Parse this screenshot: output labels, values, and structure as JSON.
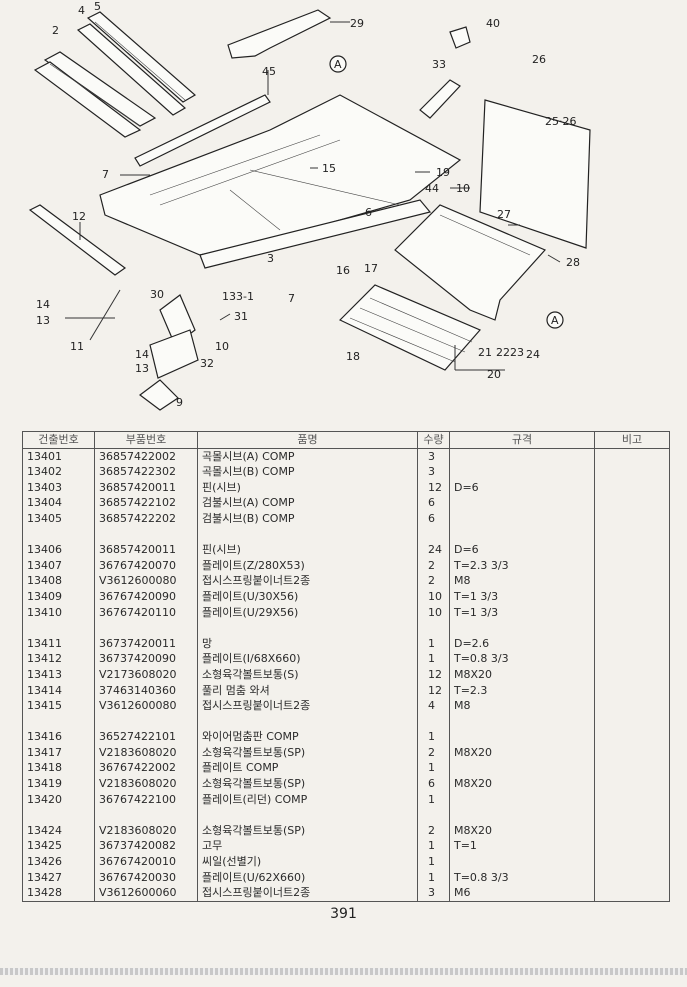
{
  "diagram": {
    "callouts": [
      "4",
      "5",
      "29",
      "40",
      "2",
      "A",
      "33",
      "26",
      "45",
      "25·26",
      "7",
      "15",
      "19",
      "44",
      "10",
      "6",
      "27",
      "12",
      "3",
      "16",
      "17",
      "28",
      "14",
      "13",
      "133-1",
      "7",
      "30",
      "31",
      "A",
      "11",
      "10",
      "21",
      "2223",
      "24",
      "14",
      "13",
      "32",
      "20",
      "18",
      "9"
    ]
  },
  "table": {
    "headers": [
      "건출번호",
      "부품번호",
      "품명",
      "수량",
      "규격",
      "비고"
    ],
    "rows": [
      {
        "no": "13401",
        "part": "36857422002",
        "name": "곡몰시브(A) COMP",
        "qty": "3",
        "spec": ""
      },
      {
        "no": "13402",
        "part": "36857422302",
        "name": "곡몰시브(B) COMP",
        "qty": "3",
        "spec": ""
      },
      {
        "no": "13403",
        "part": "36857420011",
        "name": "핀(시브)",
        "qty": "12",
        "spec": "D=6"
      },
      {
        "no": "13404",
        "part": "36857422102",
        "name": "검불시브(A) COMP",
        "qty": "6",
        "spec": ""
      },
      {
        "no": "13405",
        "part": "36857422202",
        "name": "검불시브(B) COMP",
        "qty": "6",
        "spec": ""
      },
      {
        "no": "",
        "part": "",
        "name": "",
        "qty": "",
        "spec": ""
      },
      {
        "no": "13406",
        "part": "36857420011",
        "name": "핀(시브)",
        "qty": "24",
        "spec": "D=6"
      },
      {
        "no": "13407",
        "part": "36767420070",
        "name": "플레이트(Z/280X53)",
        "qty": "2",
        "spec": "T=2.3 3/3"
      },
      {
        "no": "13408",
        "part": "V3612600080",
        "name": "접시스프링붙이너트2종",
        "qty": "2",
        "spec": "M8"
      },
      {
        "no": "13409",
        "part": "36767420090",
        "name": "플레이트(U/30X56)",
        "qty": "10",
        "spec": "T=1 3/3"
      },
      {
        "no": "13410",
        "part": "36767420110",
        "name": "플레이트(U/29X56)",
        "qty": "10",
        "spec": "T=1 3/3"
      },
      {
        "no": "",
        "part": "",
        "name": "",
        "qty": "",
        "spec": ""
      },
      {
        "no": "13411",
        "part": "36737420011",
        "name": "망",
        "qty": "1",
        "spec": "D=2.6"
      },
      {
        "no": "13412",
        "part": "36737420090",
        "name": "플레이트(I/68X660)",
        "qty": "1",
        "spec": "T=0.8 3/3"
      },
      {
        "no": "13413",
        "part": "V2173608020",
        "name": "소형육각볼트보통(S)",
        "qty": "12",
        "spec": "M8X20"
      },
      {
        "no": "13414",
        "part": "37463140360",
        "name": "풀리 멈춤 와셔",
        "qty": "12",
        "spec": "T=2.3"
      },
      {
        "no": "13415",
        "part": "V3612600080",
        "name": "접시스프링붙이너트2종",
        "qty": "4",
        "spec": "M8"
      },
      {
        "no": "",
        "part": "",
        "name": "",
        "qty": "",
        "spec": ""
      },
      {
        "no": "13416",
        "part": "36527422101",
        "name": "와이어멈춤판 COMP",
        "qty": "1",
        "spec": ""
      },
      {
        "no": "13417",
        "part": "V2183608020",
        "name": "소형육각볼트보통(SP)",
        "qty": "2",
        "spec": "M8X20"
      },
      {
        "no": "13418",
        "part": "36767422002",
        "name": "플레이트 COMP",
        "qty": "1",
        "spec": ""
      },
      {
        "no": "13419",
        "part": "V2183608020",
        "name": "소형육각볼트보통(SP)",
        "qty": "6",
        "spec": "M8X20"
      },
      {
        "no": "13420",
        "part": "36767422100",
        "name": "플레이트(리던) COMP",
        "qty": "1",
        "spec": ""
      },
      {
        "no": "",
        "part": "",
        "name": "",
        "qty": "",
        "spec": ""
      },
      {
        "no": "13424",
        "part": "V2183608020",
        "name": "소형육각볼트보통(SP)",
        "qty": "2",
        "spec": "M8X20"
      },
      {
        "no": "13425",
        "part": "36737420082",
        "name": "고무",
        "qty": "1",
        "spec": "T=1"
      },
      {
        "no": "13426",
        "part": "36767420010",
        "name": "씨일(선별기)",
        "qty": "1",
        "spec": ""
      },
      {
        "no": "13427",
        "part": "36767420030",
        "name": "플레이트(U/62X660)",
        "qty": "1",
        "spec": "T=0.8 3/3"
      },
      {
        "no": "13428",
        "part": "V3612600060",
        "name": "접시스프링붙이너트2종",
        "qty": "3",
        "spec": "M6"
      }
    ]
  },
  "page_number": "391"
}
